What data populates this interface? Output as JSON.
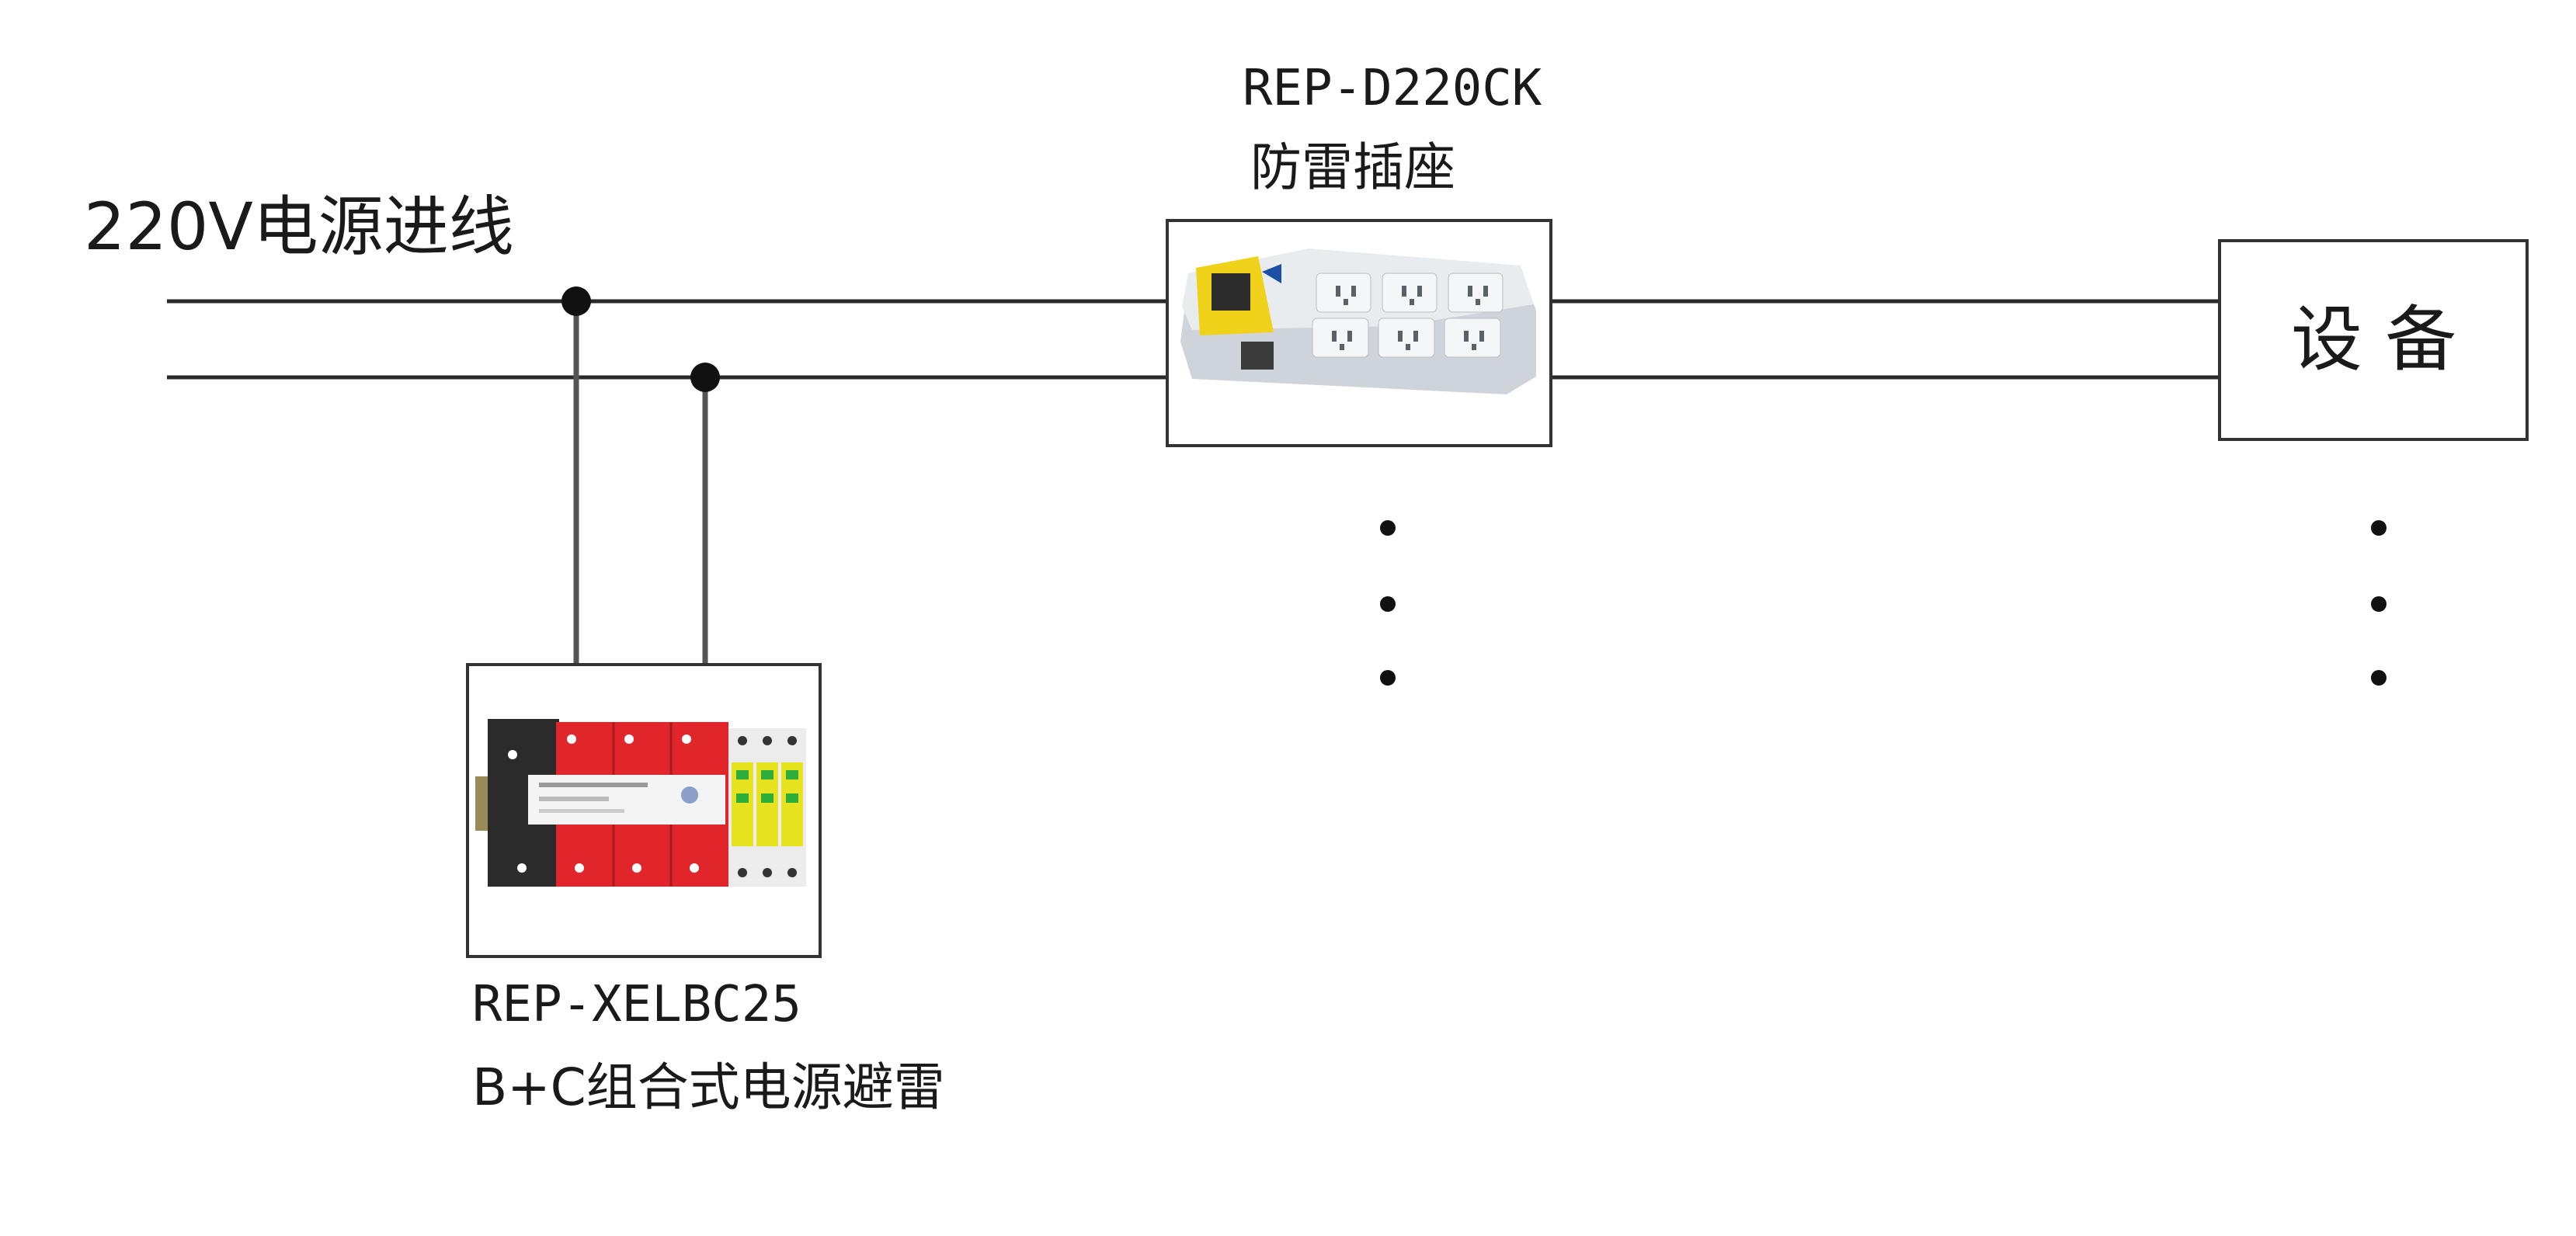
{
  "source_label": "220V电源进线",
  "socket": {
    "model": "REP-D220CK",
    "name": "防雷插座"
  },
  "spd": {
    "model": "REP-XELBC25",
    "name": "B+C组合式电源避雷"
  },
  "equipment": {
    "label": "设 备"
  },
  "colors": {
    "line": "#2a2a2a",
    "spd_red": "#e0262a",
    "spd_black": "#2b2b2b",
    "spd_yellow": "#e6e21d",
    "spd_green": "#2fae3c",
    "socket_body": "#dfe3e8",
    "socket_yellow": "#f1d21b"
  }
}
